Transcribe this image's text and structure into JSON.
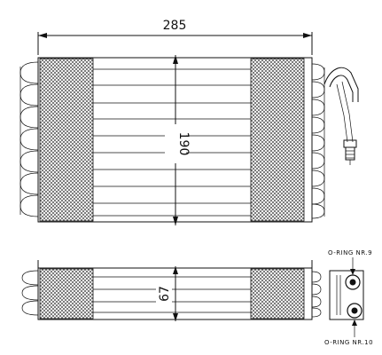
{
  "dimensions": {
    "width": "285",
    "height": "190",
    "depth": "67"
  },
  "labels": {
    "o_ring_top": "O-RING NR.9",
    "o_ring_bottom": "O-RING NR.10"
  },
  "colors": {
    "ink": "#111111",
    "background": "#ffffff"
  }
}
